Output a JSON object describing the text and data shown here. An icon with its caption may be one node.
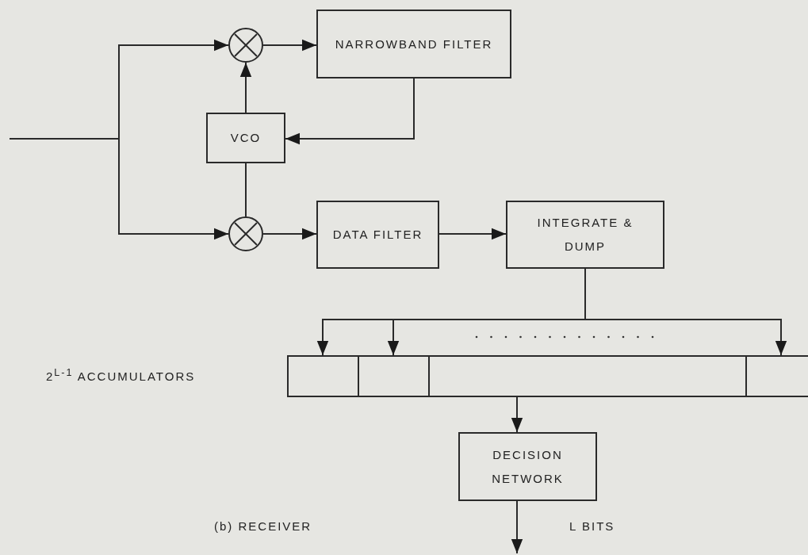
{
  "diagram": {
    "caption": "(b) RECEIVER",
    "nodes": [
      {
        "text": [],
        "shape": "circle"
      },
      {
        "text": [
          "NARROWBAND FILTER"
        ]
      },
      {
        "text": [
          "VCO"
        ]
      },
      {
        "text": [],
        "shape": "circle"
      },
      {
        "text": [
          "DATA FILTER"
        ]
      },
      {
        "text": [
          "INTEGRATE & DUMP"
        ]
      },
      {
        "text": [],
        "shape": "box"
      },
      {
        "text": [],
        "shape": "box"
      },
      {
        "text": [],
        "shape": "box"
      },
      {
        "text": [],
        "shape": "box"
      },
      {
        "text": [
          "DECISION NETWORK"
        ]
      }
    ],
    "edges": [
      {
        "from": null,
        "to": 0,
        "arrow": "to"
      },
      {
        "from": null,
        "to": 3,
        "arrow": "to"
      },
      {
        "from": 0,
        "to": 1,
        "arrow": "to"
      },
      {
        "from": 2,
        "to": 0,
        "arrow": "to"
      },
      {
        "from": 1,
        "to": 2,
        "arrow": "to"
      },
      {
        "from": 2,
        "to": 3,
        "arrow": "none"
      },
      {
        "from": 3,
        "to": 4,
        "arrow": "to"
      },
      {
        "from": 4,
        "to": 5,
        "arrow": "to"
      },
      {
        "from": 5,
        "to": 6,
        "arrow": "to"
      },
      {
        "from": 5,
        "to": 7,
        "arrow": "to"
      },
      {
        "from": 5,
        "to": 9,
        "arrow": "to"
      },
      {
        "from": 8,
        "to": 10,
        "arrow": "to"
      },
      {
        "from": 10,
        "to": null,
        "arrow": "to",
        "label": "L BITS"
      }
    ],
    "labels": [
      "2$^{L-1}$ ACCUMULATORS"
    ]
  }
}
